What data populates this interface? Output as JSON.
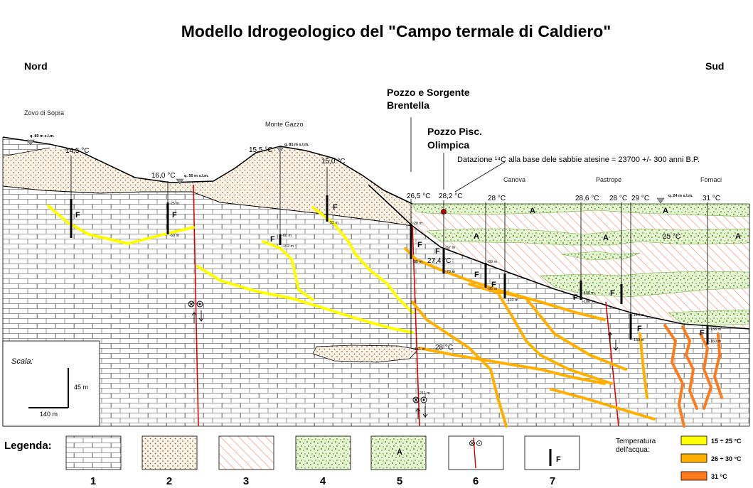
{
  "title": "Modello Idrogeologico del \"Campo termale di Caldiero\"",
  "north_label": "Nord",
  "south_label": "Sud",
  "places": {
    "zovo": "Zovo di Sopra",
    "monte_gazzo": "Monte Gazzo",
    "canova": "Canova",
    "pastrope": "Pastrope",
    "fornaci": "Fornaci"
  },
  "callouts": {
    "brentella_1": "Pozzo e Sorgente",
    "brentella_2": "Brentella",
    "olimpica_1": "Pozzo Pisc.",
    "olimpica_2": "Olimpica",
    "datazione": "Datazione ¹⁴C alla base dele sabbie atesine = 23700 +/- 300 anni B.P."
  },
  "elevations": {
    "q80": "q. 80 m s.l.m.",
    "q50": "q. 50 m s.l.m.",
    "q81": "q. 81 m s.l.m.",
    "q24": "q. 24 m s.l.m."
  },
  "temperatures": {
    "t1": "14,5 °C",
    "t2": "16,0 °C",
    "t3": "15,5 °C",
    "t4": "15,0 °C",
    "t5": "26,5 °C",
    "t6": "28,2 °C",
    "t7": "28 °C",
    "t8": "28,6 °C",
    "t9": "28 °C",
    "t10": "29 °C",
    "t11": "31 °C",
    "t_mid": "27,4 °C",
    "t_deep": "28 °C",
    "t_zone": "25 °C"
  },
  "depths": {
    "d60": "-60 m",
    "d25": "-25 m",
    "d88": "-88 m",
    "d102": "-102 m",
    "d52": "-52 m",
    "d28": "-28 m",
    "d85": "-85 m",
    "d57": "-57 m",
    "d79": "-79 m",
    "d89": "-89 m",
    "d96": "-96 m",
    "d110": "-110 m",
    "d100": "-100 m",
    "d108": "-108 m",
    "d124": "-124 m",
    "d150": "-150 m",
    "d138": "-138 m",
    "d160": "-160 m",
    "d161": "-161 m",
    "d211": "-211 m"
  },
  "fault_mark": "F",
  "aquifer_mark": "A",
  "scale": {
    "label": "Scala:",
    "vertical": "45 m",
    "horizontal": "140 m"
  },
  "legend": {
    "title": "Legenda:",
    "items": [
      "1",
      "2",
      "3",
      "4",
      "5",
      "6",
      "7"
    ],
    "item5_mark": "A",
    "item7_mark": "F",
    "temp_title_1": "Temperatura",
    "temp_title_2": "dell'acqua:",
    "temps": [
      "15 ÷ 25 °C",
      "26 ÷ 30 °C",
      "31 °C"
    ]
  },
  "colors": {
    "yellow_flow": "#ffff00",
    "orange_flow": "#ffb000",
    "dark_orange_flow": "#ff7a1a",
    "fault_red": "#e00000",
    "hatch_red": "#f4a38a",
    "gravel_green": "#7fc241",
    "dot_brown": "#a0785a"
  }
}
